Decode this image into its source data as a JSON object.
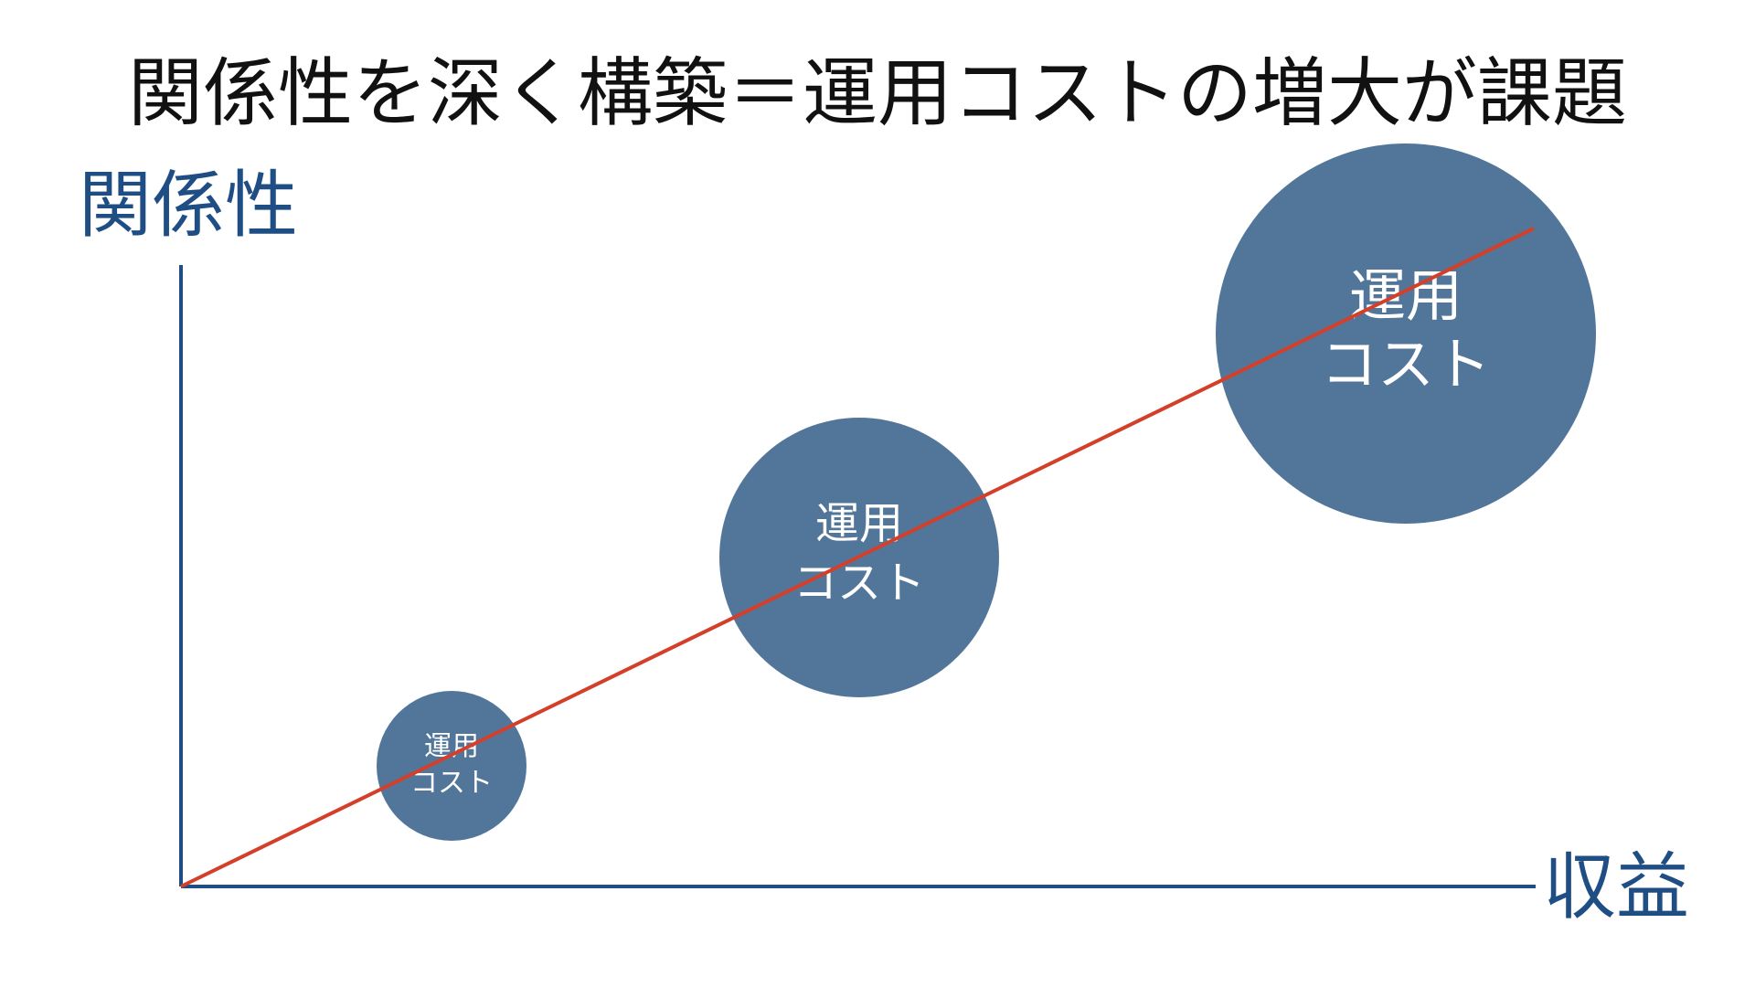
{
  "title": "関係性を深く構築＝運用コストの増大が課題",
  "axes": {
    "y_label": "関係性",
    "x_label": "収益"
  },
  "bubbles": [
    {
      "line1": "運用",
      "line2": "コスト",
      "size": "small"
    },
    {
      "line1": "運用",
      "line2": "コスト",
      "size": "medium"
    },
    {
      "line1": "運用",
      "line2": "コスト",
      "size": "large"
    }
  ],
  "colors": {
    "axis": "#1f4e85",
    "trend_line": "#d43f2a",
    "bubble_fill": "#52769a",
    "bubble_text": "#ffffff",
    "title_text": "#111111"
  }
}
